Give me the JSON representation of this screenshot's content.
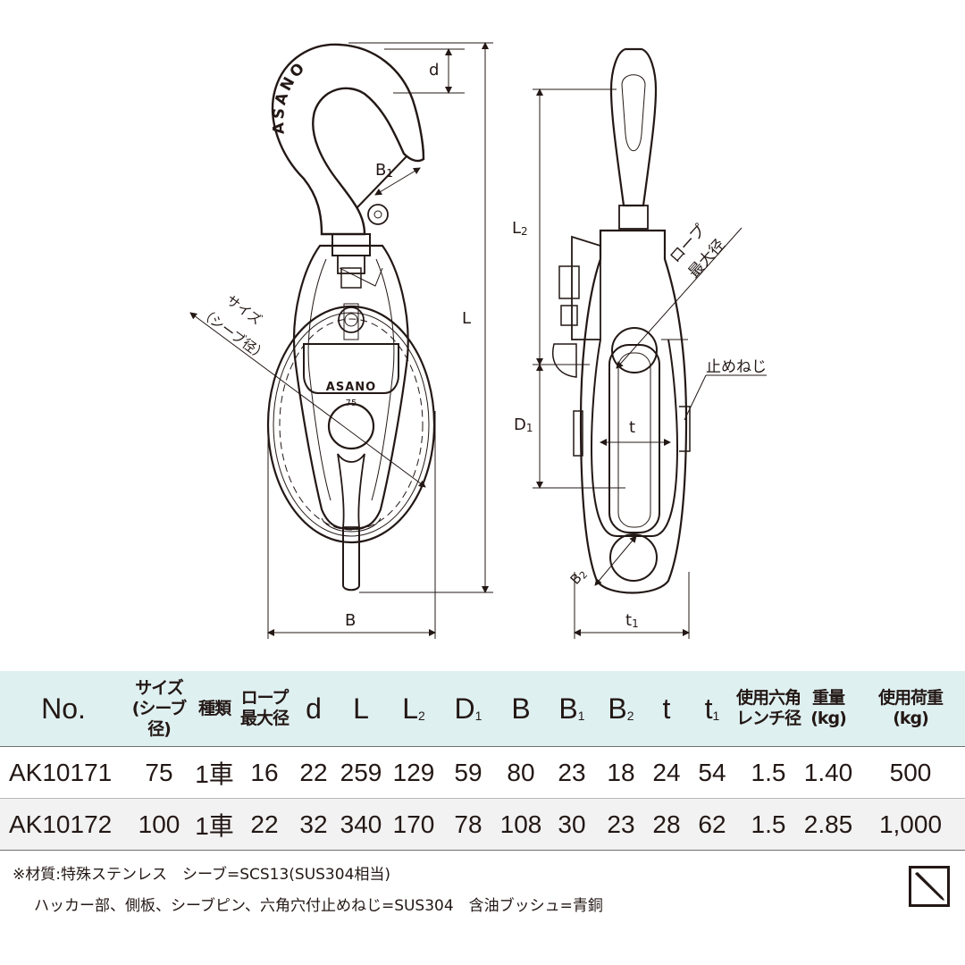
{
  "drawing": {
    "dim_labels": {
      "d": "d",
      "b1": "B",
      "b1_sub": "1",
      "L": "L",
      "L2": "L",
      "L2_sub": "2",
      "D1": "D",
      "D1_sub": "1",
      "B": "B",
      "t": "t",
      "t1": "t",
      "t1_sub": "1",
      "B2": "B",
      "B2_sub": "2"
    },
    "callouts": {
      "size_line1": "サイズ",
      "size_line2": "（シーブ径）",
      "rope_line1": "ロープ",
      "rope_line2": "最大径",
      "setscrew": "止めねじ"
    },
    "hook_brand": "ASANO",
    "plate_brand": "ASANO",
    "plate_size": "75"
  },
  "table": {
    "headers": [
      {
        "lines": [
          "No."
        ],
        "kind": "no"
      },
      {
        "lines": [
          "サイズ",
          "(シーブ径)"
        ],
        "kind": "jp"
      },
      {
        "lines": [
          "種類"
        ],
        "kind": "jp"
      },
      {
        "lines": [
          "ロープ",
          "最大径"
        ],
        "kind": "jp"
      },
      {
        "sym": "d",
        "sub": ""
      },
      {
        "sym": "L",
        "sub": ""
      },
      {
        "sym": "L",
        "sub": "2"
      },
      {
        "sym": "D",
        "sub": "1"
      },
      {
        "sym": "B",
        "sub": ""
      },
      {
        "sym": "B",
        "sub": "1"
      },
      {
        "sym": "B",
        "sub": "2"
      },
      {
        "sym": "t",
        "sub": ""
      },
      {
        "sym": "t",
        "sub": "1"
      },
      {
        "lines": [
          "使用六角",
          "レンチ径"
        ],
        "kind": "jp"
      },
      {
        "lines": [
          "重量",
          "(kg)"
        ],
        "kind": "jp"
      },
      {
        "lines": [
          "使用荷重",
          "(kg)"
        ],
        "kind": "jp"
      }
    ],
    "rows": [
      [
        "AK10171",
        "75",
        "1車",
        "16",
        "22",
        "259",
        "129",
        "59",
        "80",
        "23",
        "18",
        "24",
        "54",
        "1.5",
        "1.40",
        "500"
      ],
      [
        "AK10172",
        "100",
        "1車",
        "22",
        "32",
        "340",
        "170",
        "78",
        "108",
        "30",
        "23",
        "28",
        "62",
        "1.5",
        "2.85",
        "1,000"
      ]
    ]
  },
  "notes": {
    "line1": "※材質:特殊ステンレス　シーブ=SCS13(SUS304相当)",
    "line2": "ハッカー部、側板、シーブピン、六角穴付止めねじ=SUS304　含油ブッシュ=青銅"
  },
  "colors": {
    "header_bg": "#dff0f1",
    "row_alt_bg": "#f2f2f2",
    "ink": "#231815"
  },
  "icons": {
    "logo": "diagonal-slash-square-icon"
  }
}
